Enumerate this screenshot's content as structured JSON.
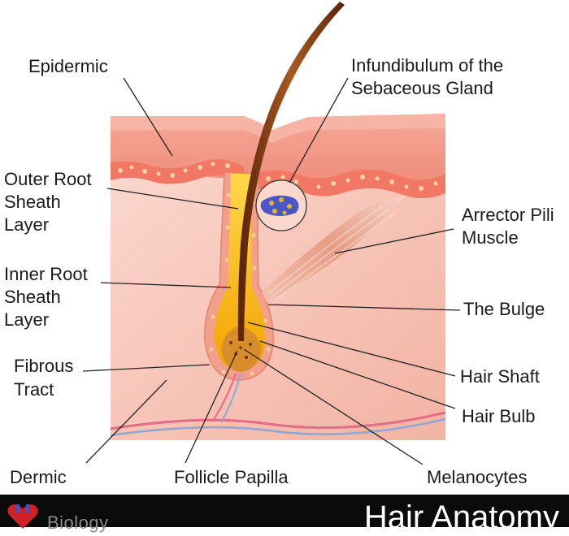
{
  "labels": {
    "epidermic": "Epidermic",
    "infundibulum_1": "Infundibulum of the",
    "infundibulum_2": "Sebaceous Gland",
    "outer_root_1": "Outer Root",
    "outer_root_2": "Sheath",
    "outer_root_3": "Layer",
    "inner_root_1": "Inner Root",
    "inner_root_2": "Sheath",
    "inner_root_3": "Layer",
    "fibrous_1": "Fibrous",
    "fibrous_2": "Tract",
    "dermic": "Dermic",
    "follicle_papilla": "Follicle Papilla",
    "arrector_1": "Arrector Pili",
    "arrector_2": "Muscle",
    "bulge": "The Bulge",
    "hair_shaft": "Hair Shaft",
    "hair_bulb": "Hair Bulb",
    "melanocytes": "Melanocytes"
  },
  "banner": {
    "left_text": "Biology",
    "title": "Hair Anatomy"
  },
  "colors": {
    "dermis": "#f8c8bc",
    "epidermis": "#f29a8a",
    "cell_layer": "#f47d6e",
    "hair": "#7a3510",
    "inner_sheath": "#f5b800",
    "banner": "#0b0b0b"
  }
}
